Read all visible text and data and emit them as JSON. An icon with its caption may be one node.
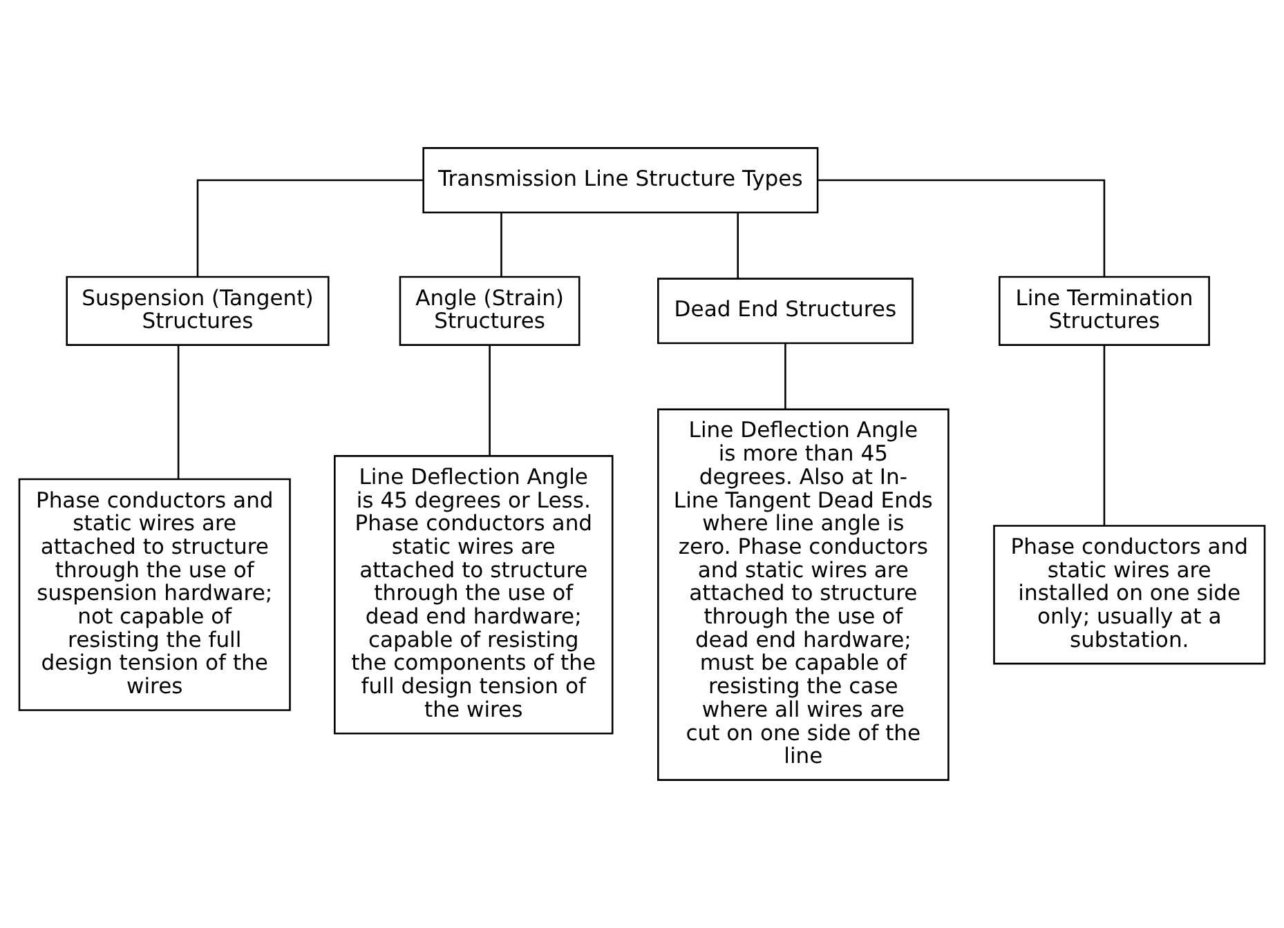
{
  "diagram": {
    "nodes": [
      {
        "text": [
          "Transmission Line Structure Types"
        ]
      },
      {
        "text": [
          "Suspension (Tangent) Structures"
        ]
      },
      {
        "text": [
          "Angle (Strain) Structures"
        ]
      },
      {
        "text": [
          "Dead End Structures"
        ]
      },
      {
        "text": [
          "Line Termination Structures"
        ]
      },
      {
        "text": [
          "Phase conductors and static wires are attached to structure through the use of suspension hardware; not capable of resisting the full design tension of the wires"
        ]
      },
      {
        "text": [
          "Line Deflection Angle is 45 degrees or Less. Phase conductors and static wires are attached to structure through the use of dead end hardware; capable of resisting the components of the full design tension of the wires"
        ]
      },
      {
        "text": [
          "Line Deflection Angle is more than 45 degrees. Also at In-Line Tangent Dead Ends where line angle is zero. Phase conductors and static wires are attached to structure through the use of dead end hardware; must be capable of resisting the case where all wires are cut on one side of the line"
        ]
      },
      {
        "text": [
          "Phase conductors and static wires are installed on one side only; usually at a substation."
        ]
      }
    ],
    "edges": [
      {
        "from": 0,
        "to": 1,
        "arrow": "none"
      },
      {
        "from": 0,
        "to": 2,
        "arrow": "none"
      },
      {
        "from": 0,
        "to": 3,
        "arrow": "none"
      },
      {
        "from": 0,
        "to": 4,
        "arrow": "none"
      },
      {
        "from": 1,
        "to": 5,
        "arrow": "none"
      },
      {
        "from": 2,
        "to": 6,
        "arrow": "none"
      },
      {
        "from": 3,
        "to": 7,
        "arrow": "none"
      },
      {
        "from": 4,
        "to": 8,
        "arrow": "none"
      }
    ]
  }
}
